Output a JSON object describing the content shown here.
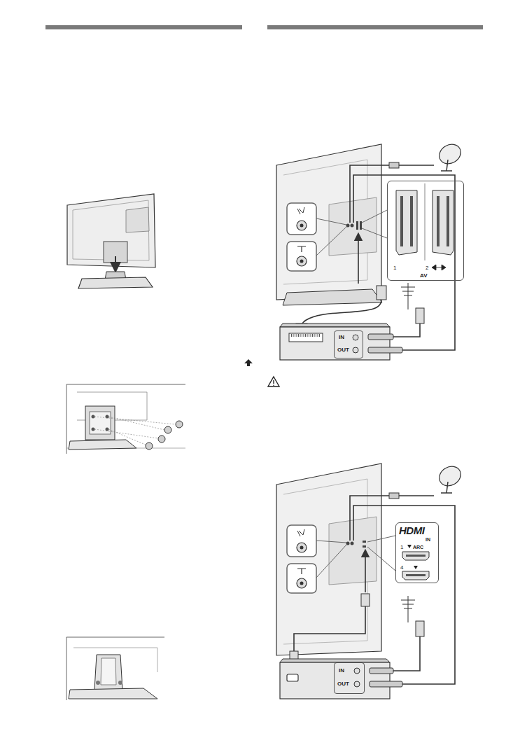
{
  "diagram": {
    "nodes": [
      {
        "text": [
          "1",
          "2",
          "AV"
        ]
      },
      {
        "text": [
          "IN",
          "OUT"
        ]
      },
      {
        "text": [
          "HDMI",
          "IN",
          "1",
          "ARC",
          "4"
        ]
      },
      {
        "text": [
          "IN",
          "OUT"
        ]
      }
    ]
  }
}
